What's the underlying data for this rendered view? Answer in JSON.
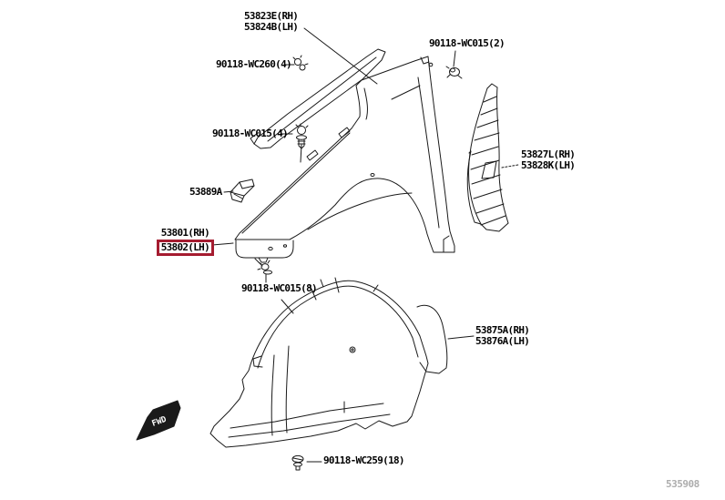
{
  "colors": {
    "line": "#1a1a1a",
    "highlight_box": "#a51c30",
    "watermark": "#adadad"
  },
  "watermark": "535908",
  "fwd": "FWD",
  "parts": [
    {
      "id": "fender-moulding",
      "label_rh": "53823E(RH)",
      "label_lh": "53824B(LH)"
    },
    {
      "id": "fender-pad",
      "label": "53889A"
    },
    {
      "id": "front-fender",
      "label_rh": "53801(RH)",
      "label_lh": "53802(LH)",
      "highlighted_side": "LH"
    },
    {
      "id": "fender-protector",
      "label_rh": "53827L(RH)",
      "label_lh": "53828K(LH)"
    },
    {
      "id": "fender-liner",
      "label_rh": "53875A(RH)",
      "label_lh": "53876A(LH)"
    }
  ],
  "fasteners": [
    {
      "id": "screw-90118-WC260",
      "label": "90118-WC260(4)"
    },
    {
      "id": "bolt-90118-WC015-2",
      "label": "90118-WC015(2)"
    },
    {
      "id": "bolt-90118-WC015-4",
      "label": "90118-WC015(4)"
    },
    {
      "id": "bolt-90118-WC015-8",
      "label": "90118-WC015(8)"
    },
    {
      "id": "clip-90118-WC259",
      "label": "90118-WC259(18)"
    }
  ]
}
